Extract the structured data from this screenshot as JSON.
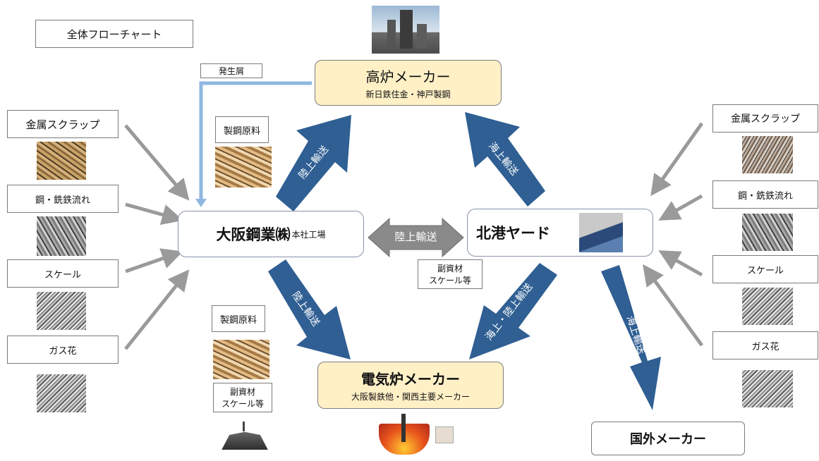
{
  "title": "全体フローチャート",
  "waste_label": "発生屑",
  "blast_furnace": {
    "name": "高炉メーカー",
    "sub": "新日鉄住金・神戸製鋼"
  },
  "osaka": {
    "name": "大阪鋼業㈱",
    "sub": "本社工場"
  },
  "hokko": {
    "name": "北港ヤード"
  },
  "electric_furnace": {
    "name": "電気炉メーカー",
    "sub": "大阪製鉄他・関西主要メーカー"
  },
  "overseas": {
    "name": "国外メーカー"
  },
  "steel_material_top": "製鋼原料",
  "steel_material_bottom": "製鋼原料",
  "sub_material_center": {
    "line1": "副資材",
    "line2": "スケール等"
  },
  "sub_material_bottom": {
    "line1": "副資材",
    "line2": "スケール等"
  },
  "left_sources": [
    "金属スクラップ",
    "鋼・銑鉄流れ",
    "スケール",
    "ガス花"
  ],
  "right_sources": [
    "金属スクラップ",
    "鋼・銑鉄流れ",
    "スケール",
    "ガス花"
  ],
  "transport": {
    "osaka_to_blast": "陸上輸送",
    "hokko_to_blast": "海上輸送",
    "osaka_hokko": "陸上輸送",
    "osaka_to_electric": "陸上輸送",
    "hokko_to_electric": "海上・陸上輸送",
    "hokko_to_overseas": "海上輸送"
  },
  "colors": {
    "arrow_blue": "#2f5f93",
    "arrow_gray": "#9a9a9a",
    "highlight_box": "#fff0c6"
  }
}
